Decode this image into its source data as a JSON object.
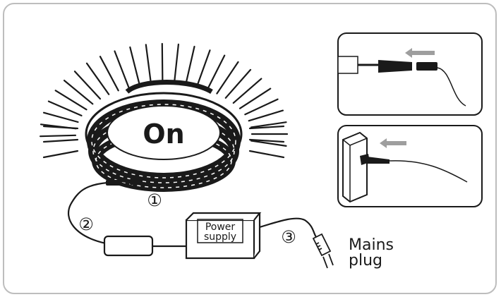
{
  "strip": {
    "status_label": "On"
  },
  "steps": {
    "one": "①",
    "two": "②",
    "three": "③"
  },
  "power_supply": {
    "line1": "Power",
    "line2": "supply"
  },
  "mains_plug": {
    "line1": "Mains",
    "line2": "plug"
  },
  "colors": {
    "frame": "#bdbdbd",
    "ink": "#1a1a1a",
    "arrow": "#9e9e9e",
    "led_strip": "#2a2a2a"
  }
}
